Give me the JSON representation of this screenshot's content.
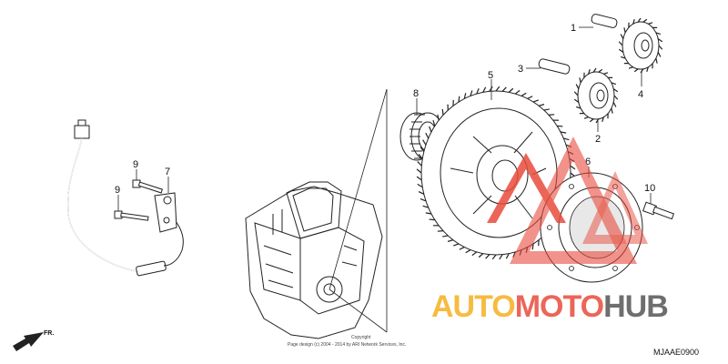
{
  "diagram": {
    "code": "MJAAE0900",
    "copyright_line1": "Copyright",
    "copyright_line2": "Page design (c) 2004 - 2014 by ARI Network Services, Inc.",
    "front_arrow_label": "FR.",
    "callouts": [
      "1",
      "2",
      "3",
      "4",
      "5",
      "6",
      "7",
      "8",
      "9",
      "9",
      "10"
    ]
  },
  "watermark": {
    "part1": "AUTO",
    "part2": "MOTO",
    "part3": "HUB",
    "color_part1": "#f5b020",
    "color_part2": "#e84c3d",
    "color_part3": "#555555",
    "triangle_color": "#e84c3d"
  }
}
